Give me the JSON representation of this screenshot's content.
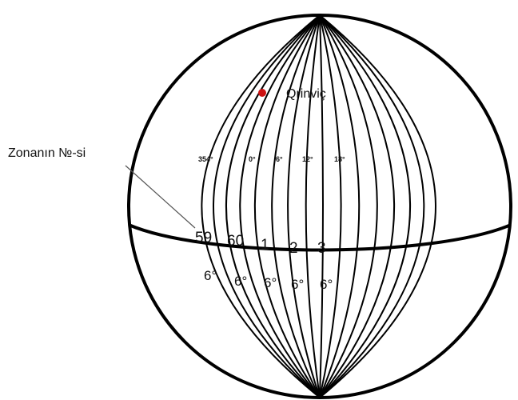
{
  "labels": {
    "greenwich": "Qrinviç",
    "zone_number": "Zonanın №-si"
  },
  "longitudes": [
    "354°",
    "0°",
    "6°",
    "12°",
    "18°"
  ],
  "zones": [
    {
      "number": "59",
      "width": "6°"
    },
    {
      "number": "60",
      "width": "6°"
    },
    {
      "number": "1",
      "width": "6°"
    },
    {
      "number": "2",
      "width": "6°"
    },
    {
      "number": "3",
      "width": "6°"
    }
  ],
  "colors": {
    "lines": "#000000",
    "greenwich_dot": "#cc1111",
    "pointer": "#555555"
  }
}
